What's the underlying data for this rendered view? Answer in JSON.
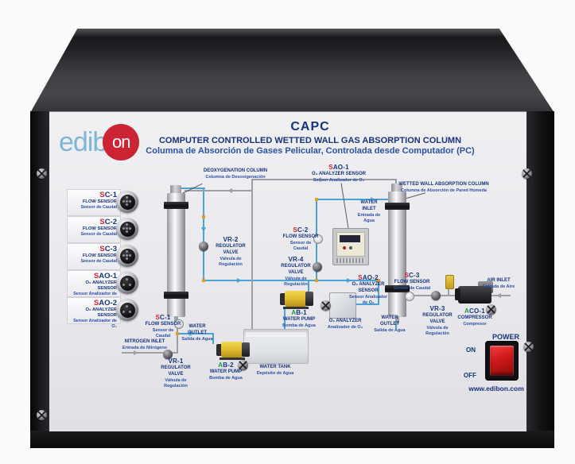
{
  "brand": {
    "logo_text_1": "edib",
    "logo_text_2": "on"
  },
  "header": {
    "model": "CAPC",
    "title_en": "COMPUTER CONTROLLED WETTED WALL GAS ABSORPTION COLUMN",
    "title_es": "Columna de Absorción de Gases Pelicular, Controlada desde Computador (PC)"
  },
  "connector_panel": {
    "items": [
      {
        "accent": "S",
        "code": "C-1",
        "en": "FLOW SENSOR",
        "es": "Sensor de Caudal",
        "pins": 5
      },
      {
        "accent": "S",
        "code": "C-2",
        "en": "FLOW SENSOR",
        "es": "Sensor de Caudal",
        "pins": 5
      },
      {
        "accent": "S",
        "code": "C-3",
        "en": "FLOW SENSOR",
        "es": "Sensor de Caudal",
        "pins": 5
      },
      {
        "accent": "S",
        "code": "AO-1",
        "en": "O₂ ANALYZER SENSOR",
        "es": "Sensor Analizador de O₂",
        "pins": 3
      },
      {
        "accent": "S",
        "code": "AO-2",
        "en": "O₂ ANALYZER SENSOR",
        "es": "Sensor Analizador de O₂",
        "pins": 3
      }
    ]
  },
  "diagram": {
    "deox_column": {
      "en": "DEOXYGENATION COLUMN",
      "es": "Columna de Desoxigenación"
    },
    "wetted_column": {
      "en": "WETTED WALL ABSORPTION COLUMN",
      "es": "Columna de Absorción de Pared Húmeda"
    },
    "sao1": {
      "accent": "S",
      "code": "AO-1",
      "en": "O₂ ANALYZER SENSOR",
      "es": "Sensor Analizador de O₂"
    },
    "sao2": {
      "accent": "S",
      "code": "AO-2",
      "en": "O₂ ANALYZER SENSOR",
      "es": "Sensor Analizador de O₂"
    },
    "sc1": {
      "accent": "S",
      "code": "C-1",
      "en": "FLOW SENSOR",
      "es": "Sensor de Caudal"
    },
    "sc2": {
      "accent": "S",
      "code": "C-2",
      "en": "FLOW SENSOR",
      "es": "Sensor de Caudal"
    },
    "sc3": {
      "accent": "S",
      "code": "C-3",
      "en": "FLOW SENSOR",
      "es": "Sensor de Caudal"
    },
    "vr1": {
      "code": "VR-1",
      "en": "REGULATOR VALVE",
      "es": "Válvula de Regulación"
    },
    "vr2": {
      "code": "VR-2",
      "en": "REGULATOR VALVE",
      "es": "Válvula de Regulación"
    },
    "vr3": {
      "code": "VR-3",
      "en": "REGULATOR VALVE",
      "es": "Válvula de Regulación"
    },
    "vr4": {
      "code": "VR-4",
      "en": "REGULATOR VALVE",
      "es": "Válvula de Regulación"
    },
    "ab1": {
      "accent": "A",
      "code": "B-1",
      "en": "WATER PUMP",
      "es": "Bomba de Agua"
    },
    "ab2": {
      "accent": "A",
      "code": "B-2",
      "en": "WATER PUMP",
      "es": "Bomba de Agua"
    },
    "aco1": {
      "accent": "A",
      "code": "CO-1",
      "en": "COMPRESSOR",
      "es": "Compresor"
    },
    "water_inlet": {
      "en": "WATER INLET",
      "es": "Entrada de Agua"
    },
    "water_outlet_left": {
      "en": "WATER OUTLET",
      "es": "Salida de Agua"
    },
    "water_outlet_right": {
      "en": "WATER OUTLET",
      "es": "Salida de Agua"
    },
    "nitrogen_inlet": {
      "en": "NITROGEN INLET",
      "es": "Entrada de Nitrógeno"
    },
    "air_inlet": {
      "en": "AIR INLET",
      "es": "Entrada de Aire"
    },
    "water_tank": {
      "en": "WATER TANK",
      "es": "Depósito de Agua"
    },
    "o2_analyzer": {
      "en": "O₂ ANALYZER",
      "es": "Analizador de O₂"
    }
  },
  "power": {
    "label": "POWER",
    "on": "ON",
    "off": "OFF"
  },
  "footer": {
    "website": "www.edibon.com"
  },
  "colors": {
    "accent_red": "#d82030",
    "accent_green": "#189a38",
    "label_navy": "#16337f",
    "water_line": "#4aa3d6",
    "gas_line": "#9aa0a6",
    "logo_red": "#cc2433",
    "logo_blue": "#7fb6d4",
    "switch_red": "#d01818"
  }
}
